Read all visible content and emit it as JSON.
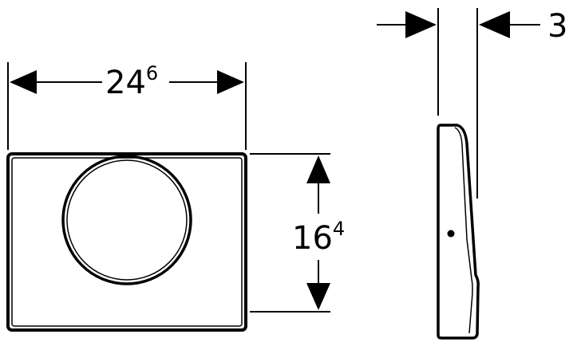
{
  "colors": {
    "line": "#000000",
    "background": "#ffffff"
  },
  "dimensions": {
    "width": {
      "main": "24",
      "sup": "6"
    },
    "height": {
      "main": "16",
      "sup": "4"
    },
    "depth": {
      "main": "3"
    }
  }
}
